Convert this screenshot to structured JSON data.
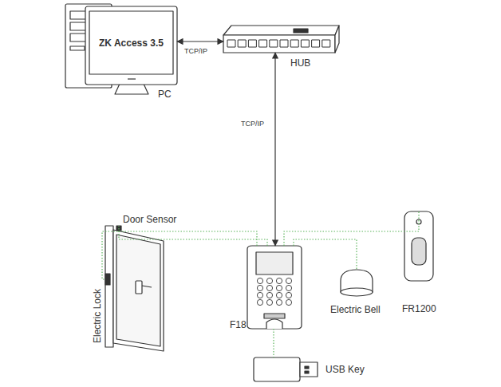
{
  "diagram": {
    "nodes": [
      {
        "text": [
          "PC"
        ]
      },
      {
        "text": [
          "ZK Access 3.5"
        ],
        "in": 0
      },
      {
        "text": [
          "HUB"
        ]
      },
      {
        "text": [
          "F18"
        ]
      },
      {
        "text": [
          "Door Sensor",
          "Electric Lock"
        ]
      },
      {
        "text": [
          "Electric Bell"
        ]
      },
      {
        "text": [
          "FR1200"
        ]
      },
      {
        "text": [
          "USB Key"
        ]
      }
    ],
    "edges": [
      {
        "from": 0,
        "to": 2,
        "label": "TCP/IP",
        "arrow": "both"
      },
      {
        "from": 2,
        "to": 3,
        "label": "TCP/IP",
        "arrow": "both"
      },
      {
        "from": 3,
        "to": 4,
        "arrow": "none"
      },
      {
        "from": 3,
        "to": 4,
        "arrow": "none"
      },
      {
        "from": 3,
        "to": 5,
        "arrow": "none"
      },
      {
        "from": 3,
        "to": 6,
        "arrow": "none"
      },
      {
        "from": 3,
        "to": 7,
        "arrow": "none"
      }
    ]
  }
}
